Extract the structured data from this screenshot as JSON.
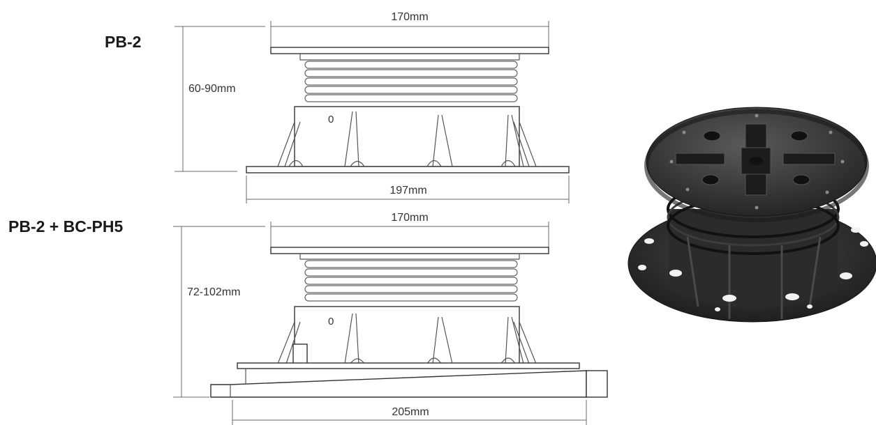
{
  "top": {
    "title": "PB-2",
    "width_top": "170mm",
    "height": "60-90mm",
    "width_base": "197mm",
    "mark": "0"
  },
  "bottom": {
    "title": "PB-2 + BC-PH5",
    "width_top": "170mm",
    "height": "72-102mm",
    "width_base": "205mm",
    "mark": "0"
  },
  "colors": {
    "pedestal_body": "#2b2b2b",
    "pedestal_highlight": "#555555"
  }
}
